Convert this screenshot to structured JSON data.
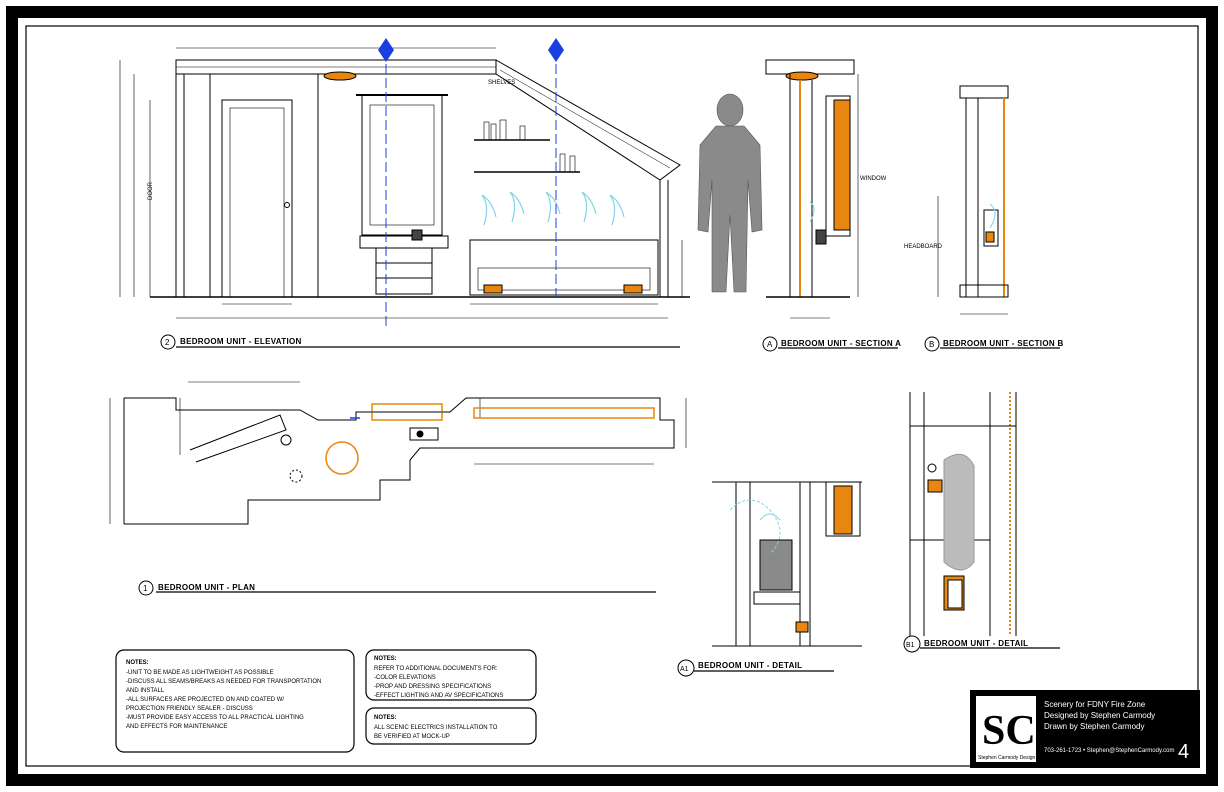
{
  "views": {
    "elevation": {
      "number": "2",
      "title": "BEDROOM UNIT - ELEVATION"
    },
    "section_a": {
      "number": "A",
      "title": "BEDROOM UNIT - SECTION A"
    },
    "section_b": {
      "number": "B",
      "title": "BEDROOM UNIT - SECTION B"
    },
    "plan": {
      "number": "1",
      "title": "BEDROOM UNIT - PLAN"
    },
    "detail_a1": {
      "number": "A1",
      "title": "BEDROOM UNIT - DETAIL"
    },
    "detail_b1": {
      "number": "B1",
      "title": "BEDROOM UNIT - DETAIL"
    }
  },
  "callouts": {
    "shelves": "SHELVES",
    "dimension_door": "DOOR",
    "dimension_window": "WINDOW",
    "dimension_headboard": "HEADBOARD"
  },
  "notes": {
    "general": {
      "heading": "NOTES:",
      "items": [
        "-UNIT TO BE MADE AS LIGHTWEIGHT AS POSSIBLE",
        "-DISCUSS ALL SEAMS/BREAKS AS NEEDED FOR TRANSPORTATION",
        "  AND INSTALL",
        "-ALL SURFACES ARE PROJECTED ON AND COATED W/",
        "  PROJECTION FRIENDLY SEALER - DISCUSS",
        "-MUST PROVIDE EASY ACCESS TO ALL PRACTICAL LIGHTING",
        "  AND EFFECTS FOR MAINTENANCE"
      ]
    },
    "references": {
      "heading": "NOTES:",
      "items": [
        "REFER TO ADDITIONAL DOCUMENTS FOR:",
        "-COLOR ELEVATIONS",
        "-PROP AND DRESSING SPECIFICATIONS",
        "-EFFECT LIGHTING AND AV SPECIFICATIONS"
      ]
    },
    "electrics": {
      "heading": "NOTES:",
      "items": [
        "ALL SCENIC ELECTRICS INSTALLATION TO",
        "BE VERIFIED AT MOCK-UP"
      ]
    }
  },
  "title_block": {
    "logo_text": "SC",
    "logo_caption": "Stephen Carmody Design",
    "project": "Scenery for FDNY Fire Zone",
    "designed_by": "Designed by Stephen Carmody",
    "drawn_by": "Drawn by Stephen Carmody",
    "contact": "703-261-1723  •  Stephen@StephenCarmody.com",
    "sheet_number": "4"
  },
  "colors": {
    "line": "#000000",
    "accent_blue": "#1a3fe0",
    "accent_orange": "#e8870f",
    "smoke": "#7fd4e8",
    "gray": "#8a8a8a"
  }
}
